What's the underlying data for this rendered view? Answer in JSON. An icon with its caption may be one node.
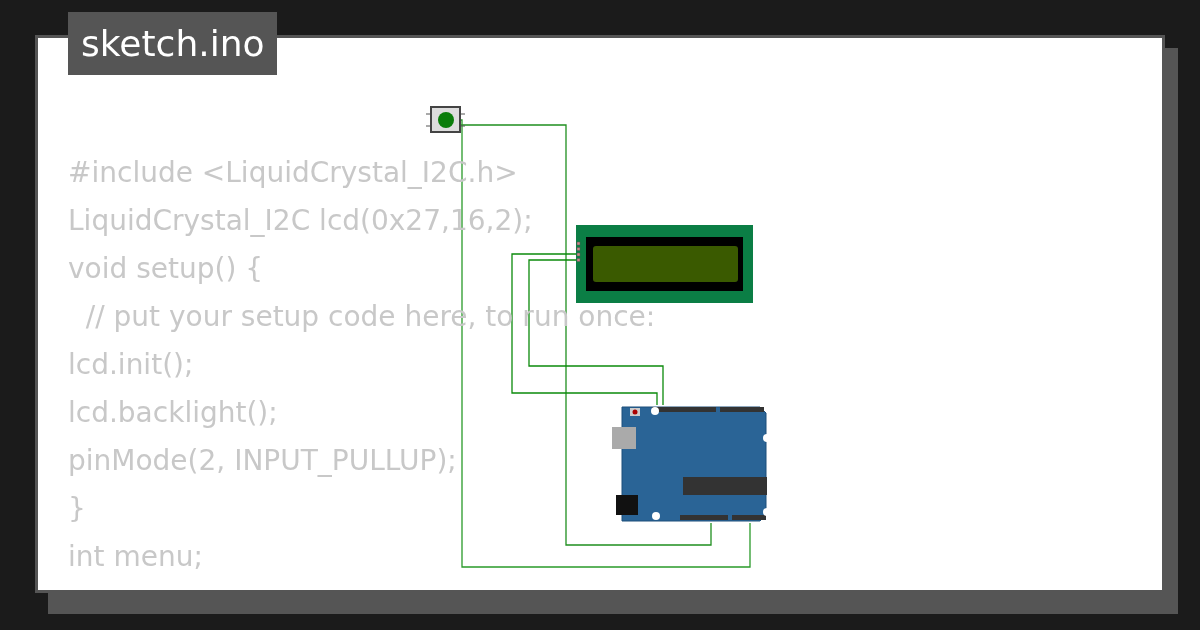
{
  "diagram": {
    "title": "sketch.ino",
    "nodes": [
      {
        "text": [],
        "shape": "picture"
      },
      {
        "text": [],
        "shape": "picture"
      },
      {
        "text": [],
        "shape": "picture"
      }
    ],
    "edges": [
      {
        "from": 0,
        "to": 2,
        "arrow": "none"
      },
      {
        "from": 0,
        "to": 2,
        "arrow": "none"
      },
      {
        "from": 1,
        "to": 2,
        "arrow": "none"
      },
      {
        "from": 1,
        "to": 2,
        "arrow": "none"
      }
    ],
    "labels": [
      "#include <LiquidCrystal_I2C.h>",
      "LiquidCrystal_I2C lcd(0x27,16,2);",
      "void setup() {",
      "  // put your setup code here, to run once:",
      "lcd.init();",
      "lcd.backlight();",
      "pinMode(2, INPUT_PULLUP);",
      "}",
      "int menu;"
    ]
  }
}
